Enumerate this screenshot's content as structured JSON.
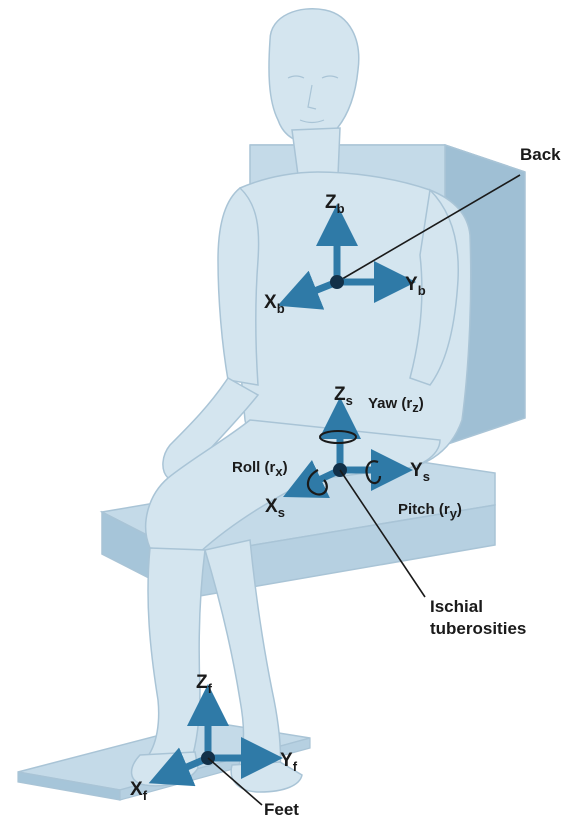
{
  "labels": {
    "back": "Back",
    "feet": "Feet",
    "ischial_line1": "Ischial",
    "ischial_line2": "tuberosities",
    "yaw": "Yaw (r",
    "yaw_sub": "z",
    "yaw_close": ")",
    "roll": "Roll (r",
    "roll_sub": "x",
    "roll_close": ")",
    "pitch": "Pitch (r",
    "pitch_sub": "y",
    "pitch_close": ")"
  },
  "axes": {
    "back": {
      "z": "Z",
      "z_sub": "b",
      "y": "Y",
      "y_sub": "b",
      "x": "X",
      "x_sub": "b"
    },
    "seat": {
      "z": "Z",
      "z_sub": "s",
      "y": "Y",
      "y_sub": "s",
      "x": "X",
      "x_sub": "s"
    },
    "feet": {
      "z": "Z",
      "z_sub": "f",
      "y": "Y",
      "y_sub": "f",
      "x": "X",
      "x_sub": "f"
    }
  },
  "colors": {
    "figure_fill": "#d4e5ef",
    "figure_stroke": "#a9c4d6",
    "seat_fill": "#c4dae8",
    "seat_dark": "#9fbfd4",
    "arrow": "#2f7aa7",
    "origin": "#123048",
    "ink": "#1a1a1a"
  }
}
